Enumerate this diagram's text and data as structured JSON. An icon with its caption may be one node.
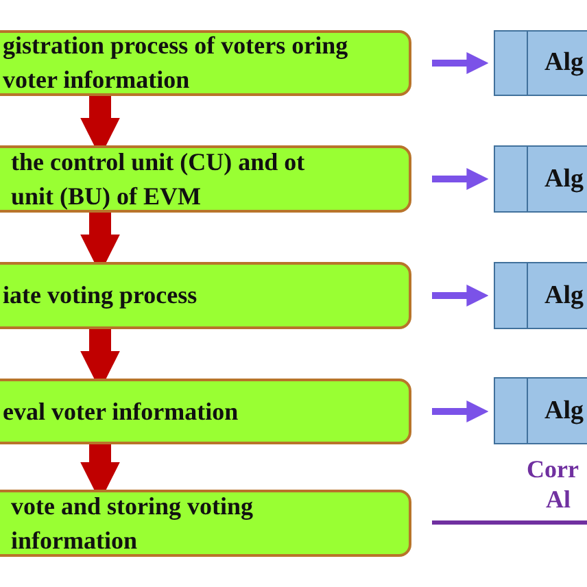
{
  "diagram": {
    "nodes": [
      {
        "text": [
          "gistration process of voters oring voter information"
        ]
      },
      {
        "text": [
          "the control unit (CU) and ot unit (BU) of EVM"
        ]
      },
      {
        "text": [
          "iate voting process"
        ]
      },
      {
        "text": [
          "eval voter information"
        ]
      },
      {
        "text": [
          "vote and storing voting information"
        ]
      },
      {
        "text": [
          "Alg"
        ]
      },
      {
        "text": [
          "Alg"
        ]
      },
      {
        "text": [
          "Alg"
        ]
      },
      {
        "text": [
          "Alg"
        ]
      }
    ],
    "edges": [
      {
        "from": 0,
        "to": 1,
        "arrow": "to",
        "style": "thick",
        "color": "#c00000"
      },
      {
        "from": 1,
        "to": 2,
        "arrow": "to",
        "style": "thick",
        "color": "#c00000"
      },
      {
        "from": 2,
        "to": 3,
        "arrow": "to",
        "style": "thick",
        "color": "#c00000"
      },
      {
        "from": 3,
        "to": 4,
        "arrow": "to",
        "style": "thick",
        "color": "#c00000"
      },
      {
        "from": 0,
        "to": 5,
        "arrow": "to",
        "color": "#7b52e8"
      },
      {
        "from": 1,
        "to": 6,
        "arrow": "to",
        "color": "#7b52e8"
      },
      {
        "from": 2,
        "to": 7,
        "arrow": "to",
        "color": "#7b52e8"
      },
      {
        "from": 3,
        "to": 8,
        "arrow": "to",
        "color": "#7b52e8"
      }
    ],
    "labels": [
      "Corr",
      "Al"
    ]
  }
}
